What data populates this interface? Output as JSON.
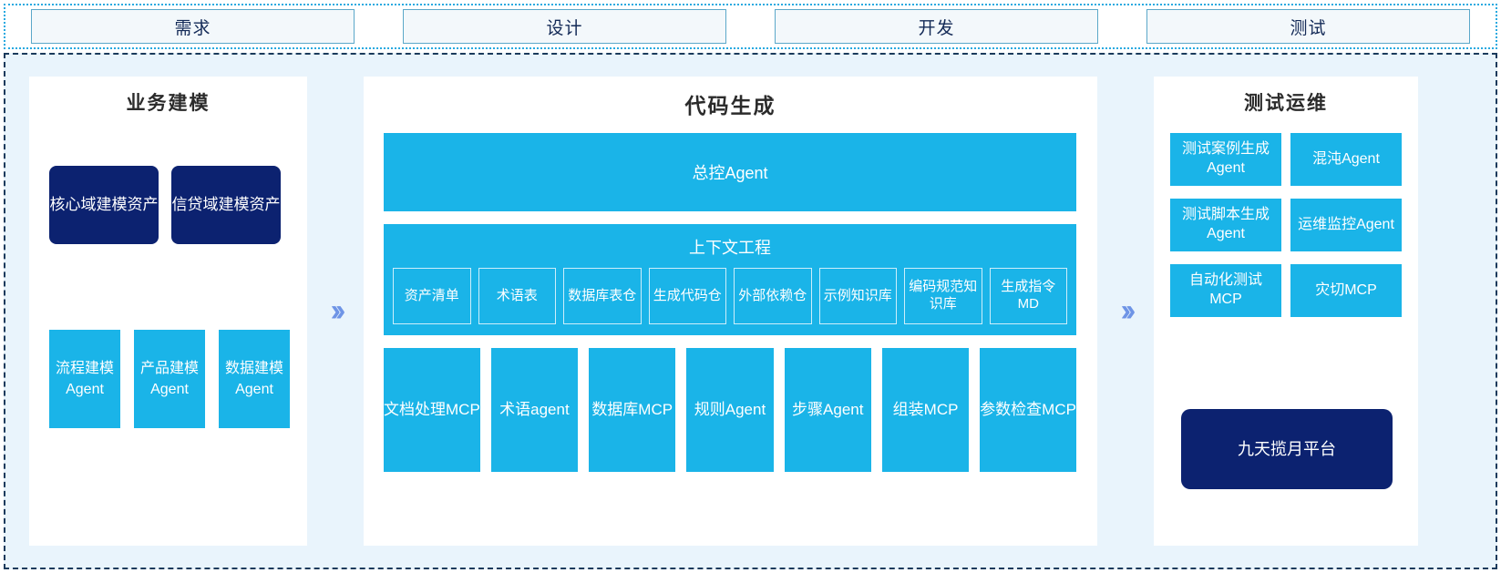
{
  "phases": [
    {
      "label": "需求"
    },
    {
      "label": "设计"
    },
    {
      "label": "开发"
    },
    {
      "label": "测试"
    }
  ],
  "separators": {
    "chevron_glyph": "››",
    "icon_name": "double-chevron-right-icon"
  },
  "panels": {
    "business_modeling": {
      "title": "业务建模",
      "assets": [
        {
          "label": "核心域建模资产"
        },
        {
          "label": "信贷域建模资产"
        }
      ],
      "agents": [
        {
          "label": "流程建模Agent"
        },
        {
          "label": "产品建模Agent"
        },
        {
          "label": "数据建模Agent"
        }
      ]
    },
    "code_generation": {
      "title": "代码生成",
      "master_agent": "总控Agent",
      "context_engineering": {
        "title": "上下文工程",
        "items": [
          {
            "label": "资产清单"
          },
          {
            "label": "术语表"
          },
          {
            "label": "数据库表仓"
          },
          {
            "label": "生成代码仓"
          },
          {
            "label": "外部依赖仓"
          },
          {
            "label": "示例知识库"
          },
          {
            "label": "编码规范知识库"
          },
          {
            "label": "生成指令MD"
          }
        ]
      },
      "tools": [
        {
          "label": "文档处理MCP"
        },
        {
          "label": "术语agent"
        },
        {
          "label": "数据库MCP"
        },
        {
          "label": "规则Agent"
        },
        {
          "label": "步骤Agent"
        },
        {
          "label": "组装MCP"
        },
        {
          "label": "参数检查MCP"
        }
      ]
    },
    "test_ops": {
      "title": "测试运维",
      "items": [
        {
          "label": "测试案例生成Agent"
        },
        {
          "label": "混沌Agent"
        },
        {
          "label": "测试脚本生成Agent"
        },
        {
          "label": "运维监控Agent"
        },
        {
          "label": "自动化测试MCP"
        },
        {
          "label": "灾切MCP"
        }
      ],
      "platform": {
        "label": "九天揽月平台"
      }
    }
  },
  "colors": {
    "accent_blue": "#1ab4e8",
    "navy": "#0c2270",
    "chevron": "#6e94e6",
    "panel_bg": "#e9f4fc",
    "phase_box_bg": "#f3f8fb"
  }
}
